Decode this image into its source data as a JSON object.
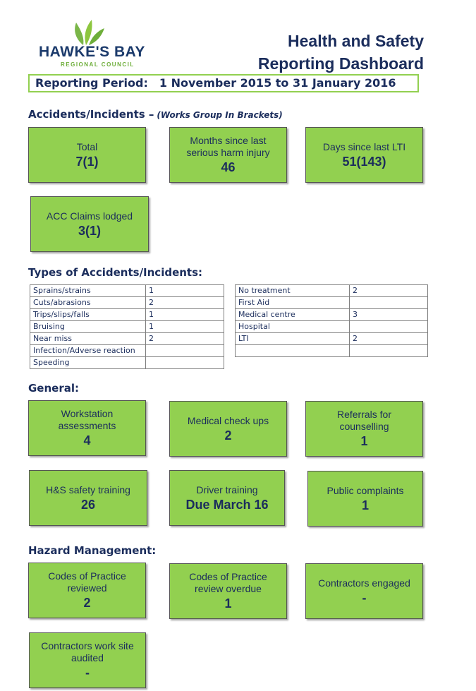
{
  "logo": {
    "name": "HAWKE'S BAY",
    "subtitle": "REGIONAL COUNCIL"
  },
  "title": {
    "line1": "Health and Safety",
    "line2": "Reporting Dashboard"
  },
  "period": {
    "label": "Reporting Period:",
    "value": "1 November 2015 to 31 January 2016"
  },
  "accidents": {
    "heading": "Accidents/Incidents –",
    "note": "(Works Group In Brackets)",
    "cards": [
      {
        "label": "Total",
        "value": "7(1)"
      },
      {
        "label": "Months since last serious harm injury",
        "value": "46"
      },
      {
        "label": "Days since last LTI",
        "value": "51(143)"
      },
      {
        "label": "ACC Claims lodged",
        "value": "3(1)"
      }
    ]
  },
  "types": {
    "heading": "Types of Accidents/Incidents:",
    "left": [
      {
        "type": "Sprains/strains",
        "count": "1"
      },
      {
        "type": "Cuts/abrasions",
        "count": "2"
      },
      {
        "type": "Trips/slips/falls",
        "count": "1"
      },
      {
        "type": "Bruising",
        "count": "1"
      },
      {
        "type": "Near miss",
        "count": "2"
      },
      {
        "type": "Infection/Adverse reaction",
        "count": ""
      },
      {
        "type": "Speeding",
        "count": ""
      }
    ],
    "right": [
      {
        "type": "No treatment",
        "count": "2"
      },
      {
        "type": "First Aid",
        "count": ""
      },
      {
        "type": "Medical centre",
        "count": "3"
      },
      {
        "type": "Hospital",
        "count": ""
      },
      {
        "type": "LTI",
        "count": "2"
      },
      {
        "type": "",
        "count": ""
      }
    ]
  },
  "general": {
    "heading": "General:",
    "cards": [
      {
        "label": "Workstation assessments",
        "value": "4"
      },
      {
        "label": "Medical check ups",
        "value": "2"
      },
      {
        "label": "Referrals for counselling",
        "value": "1"
      },
      {
        "label": "H&S safety training",
        "value": "26"
      },
      {
        "label": "Driver training",
        "value": "Due March 16"
      },
      {
        "label": "Public complaints",
        "value": "1"
      }
    ]
  },
  "hazard": {
    "heading": "Hazard Management:",
    "cards": [
      {
        "label": "Codes of Practice reviewed",
        "value": "2"
      },
      {
        "label": "Codes of Practice review overdue",
        "value": "1"
      },
      {
        "label": "Contractors engaged",
        "value": "-"
      },
      {
        "label": "Contractors work site audited",
        "value": "-"
      }
    ]
  },
  "colors": {
    "card": "#92d050",
    "text": "#1b2d5c",
    "logo_green": "#6eae3a",
    "logo_blue": "#1b3a6b"
  }
}
